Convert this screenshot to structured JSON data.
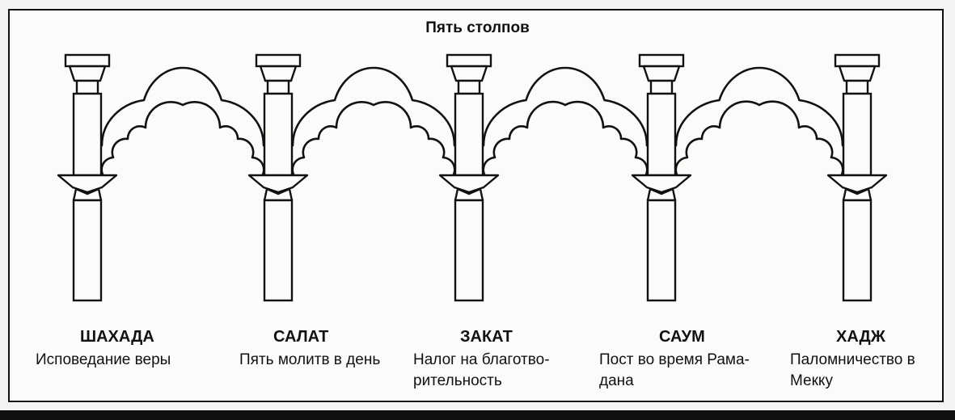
{
  "title": "Пять столпов",
  "pillars": [
    {
      "name": "ШАХАДА",
      "description": "Исповедание веры"
    },
    {
      "name": "САЛАТ",
      "description": "Пять молитв в день"
    },
    {
      "name": "ЗАКАТ",
      "description": "Налог на благотво-ритель­ность"
    },
    {
      "name": "САУМ",
      "description": "Пост во время Рама-дана"
    },
    {
      "name": "ХАДЖ",
      "description": "Паломничество в Мекку"
    }
  ],
  "colors": {
    "ink": "#111111",
    "paper": "#fbfbf9"
  }
}
